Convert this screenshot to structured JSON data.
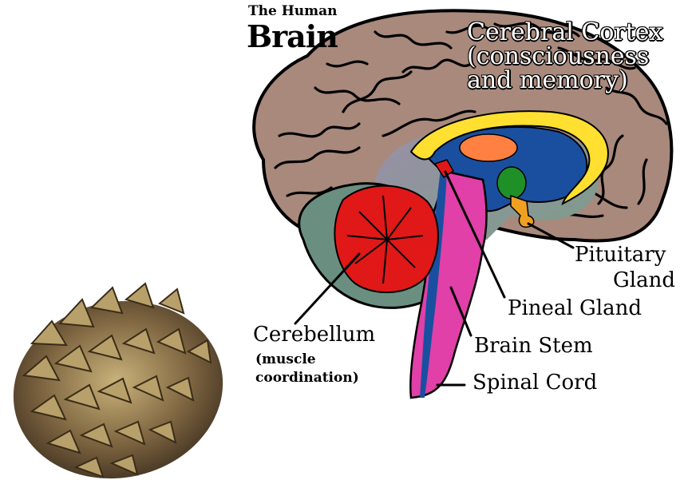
{
  "title": {
    "line1": "The Human",
    "line2": "Brain"
  },
  "labels": {
    "cortex": [
      "Cerebral Cortex",
      "(consciousness",
      "and memory)"
    ],
    "pituitary": [
      "Pituitary",
      "Gland"
    ],
    "pineal": "Pineal Gland",
    "cerebellum": "Cerebellum",
    "cerebellum_note": [
      "(muscle",
      "coordination)"
    ],
    "brain_stem": "Brain Stem",
    "spinal_cord": "Spinal Cord"
  },
  "colors": {
    "cortex": "#a8897c",
    "cerebellum": "#e01818",
    "corpus_callosum": "#ffe030",
    "ventricle": "#1a4fa0",
    "thalamus": "#ff8040",
    "hypothalamus": "#1f8f28",
    "pituitary": "#f0a020",
    "brain_stem": "#e040a8",
    "pinecone": "#8a7040"
  }
}
